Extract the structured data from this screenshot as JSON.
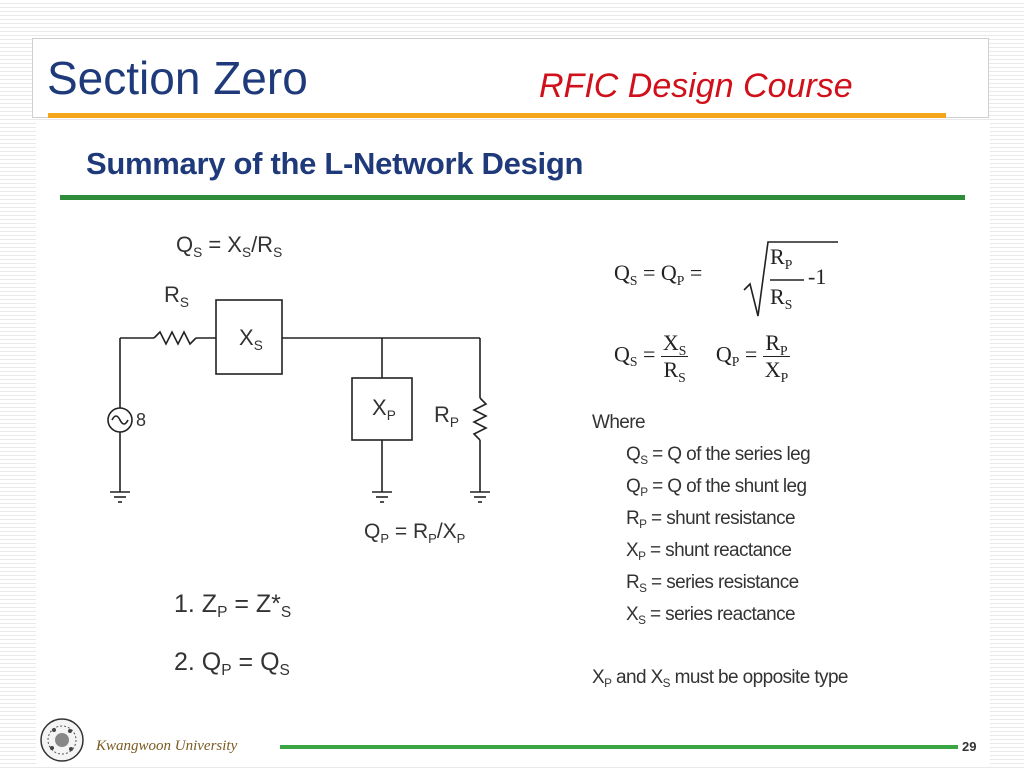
{
  "header": {
    "title": "Section Zero",
    "subtitle": "RFIC Design Course"
  },
  "slide": {
    "heading": "Summary of the L-Network Design",
    "circuit": {
      "eq_top_prefix": "Q",
      "eq_top_sub1": "S",
      "eq_top_mid": " = X",
      "eq_top_sub2": "S",
      "eq_top_mid2": "/R",
      "eq_top_sub3": "S",
      "rs_label": "R",
      "rs_sub": "S",
      "xs_label": "X",
      "xs_sub": "S",
      "xp_label": "X",
      "xp_sub": "P",
      "rp_label": "R",
      "rp_sub": "P",
      "source_label": "8",
      "eq_bot_prefix": "Q",
      "eq_bot_sub1": "P",
      "eq_bot_mid": " = R",
      "eq_bot_sub2": "P",
      "eq_bot_mid2": "/X",
      "eq_bot_sub3": "P"
    },
    "conditions": {
      "c1_prefix": "1. Z",
      "c1_sub": "P",
      "c1_mid": " = Z*",
      "c1_sub2": "S",
      "c2_prefix": "2. Q",
      "c2_sub": "P",
      "c2_mid": " = Q",
      "c2_sub2": "S"
    },
    "formulas": {
      "f1_q": "Q",
      "f1_qs": "S",
      "f1_eq": " = Q",
      "f1_qp": "P",
      "f1_eq2": " =",
      "f1_num": "R",
      "f1_num_sub": "P",
      "f1_den": "R",
      "f1_den_sub": "S",
      "f1_minus": "-1",
      "f2_q": "Q",
      "f2_qs": "S",
      "f2_eq": " =",
      "f2_num": "X",
      "f2_num_sub": "S",
      "f2_den": "R",
      "f2_den_sub": "S",
      "f3_q": "Q",
      "f3_qp": "P",
      "f3_eq": " =",
      "f3_num": "R",
      "f3_num_sub": "P",
      "f3_den": "X",
      "f3_den_sub": "P"
    },
    "where": {
      "title": "Where",
      "items": [
        {
          "sym": "Q",
          "sub": "S",
          "text": " = Q of the series leg"
        },
        {
          "sym": "Q",
          "sub": "P",
          "text": " = Q of the shunt leg"
        },
        {
          "sym": "R",
          "sub": "P",
          "text": " = shunt resistance"
        },
        {
          "sym": "X",
          "sub": "P",
          "text": " = shunt reactance"
        },
        {
          "sym": "R",
          "sub": "S",
          "text": " = series resistance"
        },
        {
          "sym": "X",
          "sub": "S",
          "text": " = series reactance"
        }
      ],
      "note_sym1": "X",
      "note_sub1": "P",
      "note_mid": " and X",
      "note_sub2": "S",
      "note_end": " must be opposite type"
    }
  },
  "footer": {
    "university": "Kwangwoon University",
    "page": "29"
  },
  "colors": {
    "title": "#1f3a7a",
    "subtitle": "#d0101a",
    "orange_rule": "#f4a71c",
    "green_rule": "#2e8b3a"
  }
}
